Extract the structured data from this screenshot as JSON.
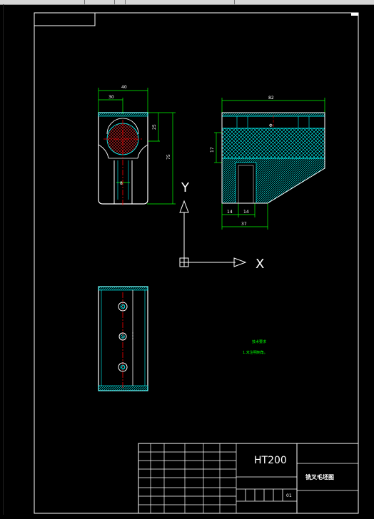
{
  "toolbar": {
    "label": ""
  },
  "front_view": {
    "dims": {
      "width": "40",
      "half": "30",
      "top": "25",
      "height": "75",
      "slot": "8"
    }
  },
  "side_view": {
    "dims": {
      "width": "82",
      "tab": "17",
      "w1": "14",
      "w2": "14",
      "bottom": "37",
      "hole": "Φ"
    }
  },
  "ucs": {
    "y_label": "Y",
    "x_label": "X"
  },
  "notes": {
    "line1": "技术要求",
    "line2": "1.未注明倒角。"
  },
  "title_block": {
    "material": "HT200",
    "part_name": "铣叉毛坯图",
    "sheet": "01"
  },
  "colors": {
    "outline": "#ffffff",
    "hatch": "#00ffff",
    "dimension": "#00ff00",
    "center": "#ff0000",
    "frame": "#ffffff"
  }
}
